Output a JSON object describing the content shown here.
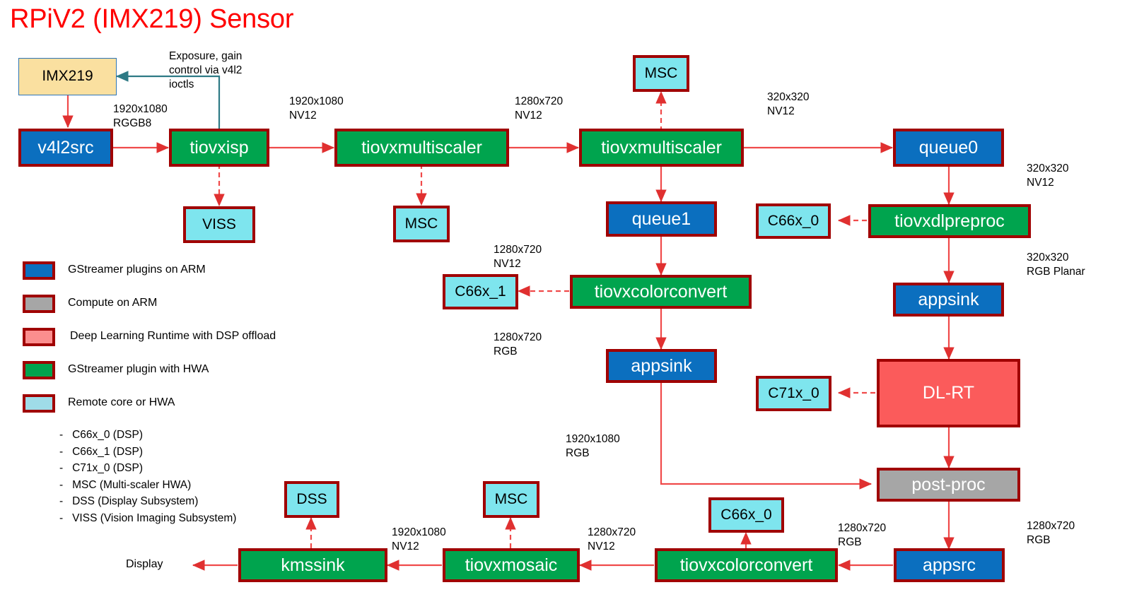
{
  "title": "RPiV2 (IMX219) Sensor",
  "colors": {
    "title": "#FF0000",
    "node_border": "#A00000",
    "arrow": "#FF3333",
    "blue": "#0B6FBF",
    "green": "#00A44E",
    "gray": "#A6A6A6",
    "red": "#FB5B5B",
    "cyan": "#7EE5EE",
    "sensor": "#FAE0A0",
    "sensor_border": "#2E75B6",
    "teal_arrow": "#2E7A85"
  },
  "nodes": {
    "imx219": "IMX219",
    "v4l2src": "v4l2src",
    "tiovxisp": "tiovxisp",
    "viss": "VISS",
    "multiscaler1": "tiovxmultiscaler",
    "msc1": "MSC",
    "multiscaler2": "tiovxmultiscaler",
    "msc2": "MSC",
    "queue0": "queue0",
    "queue1": "queue1",
    "tiovxdlpreproc": "tiovxdlpreproc",
    "c66x_0_preproc": "C66x_0",
    "appsink_right": "appsink",
    "dlrt": "DL-RT",
    "c71x_0": "C71x_0",
    "postproc": "post-proc",
    "appsrc": "appsrc",
    "colorconvert_mid": "tiovxcolorconvert",
    "c66x_1": "C66x_1",
    "appsink_mid": "appsink",
    "colorconvert_bottom": "tiovxcolorconvert",
    "c66x_0_bottom": "C66x_0",
    "mosaic": "tiovxmosaic",
    "msc3": "MSC",
    "kmssink": "kmssink",
    "dss": "DSS"
  },
  "captions": {
    "v4l2_ctrl": "Exposure, gain\ncontrol via v4l2\nioctls",
    "rggb": "1920x1080\nRGGB8",
    "isp_out": "1920x1080\nNV12",
    "ms1_out": "1280x720\nNV12",
    "ms2_out": "320x320\nNV12",
    "queue0_out": "320x320\nNV12",
    "preproc_out": "320x320\nRGB Planar",
    "queue1_out": "1280x720\nNV12",
    "cc_mid_out": "1280x720\nRGB",
    "appsink_mid_out": "1920x1080\nRGB",
    "postproc_out": "1280x720\nRGB",
    "appsrc_out": "1280x720\nRGB",
    "cc_bottom_out": "1280x720\nNV12",
    "mosaic_out": "1920x1080\nNV12",
    "display": "Display"
  },
  "legend": {
    "items": [
      {
        "color": "blue",
        "label": "GStreamer plugins on ARM"
      },
      {
        "color": "gray",
        "label": "Compute on ARM"
      },
      {
        "color": "red",
        "label": "Deep Learning Runtime with DSP offload"
      },
      {
        "color": "green",
        "label": "GStreamer plugin with HWA"
      },
      {
        "color": "cyan",
        "label": "Remote core or HWA"
      }
    ],
    "bullets": "-   C66x_0 (DSP)\n-   C66x_1 (DSP)\n-   C71x_0 (DSP)\n-   MSC (Multi-scaler HWA)\n-   DSS (Display Subsystem)\n-   VISS (Vision Imaging Subsystem)"
  }
}
